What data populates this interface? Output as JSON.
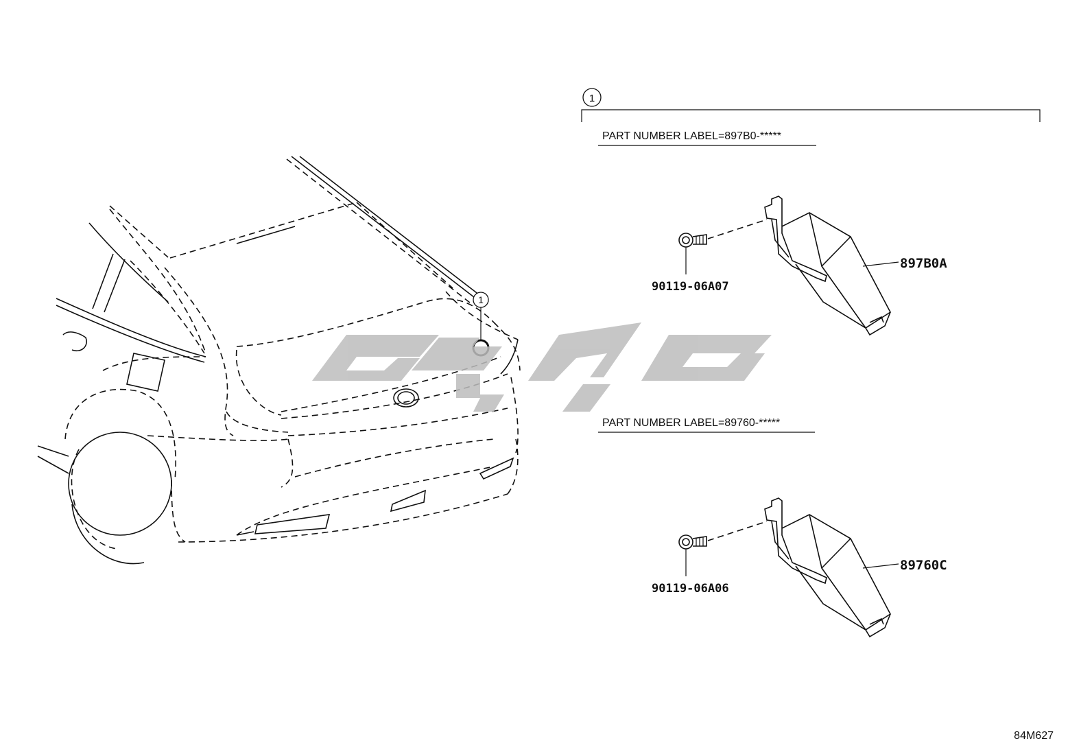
{
  "callout": {
    "number": "1"
  },
  "labels": {
    "upper": "PART NUMBER LABEL=897B0-*****",
    "lower": "PART NUMBER LABEL=89760-*****"
  },
  "parts": {
    "upper_module": "897B0A",
    "upper_bolt": "90119-06A07",
    "lower_module": "89760C",
    "lower_bolt": "90119-06A06"
  },
  "diagram_code": "84M627",
  "watermark_color": "#bdbdbd"
}
